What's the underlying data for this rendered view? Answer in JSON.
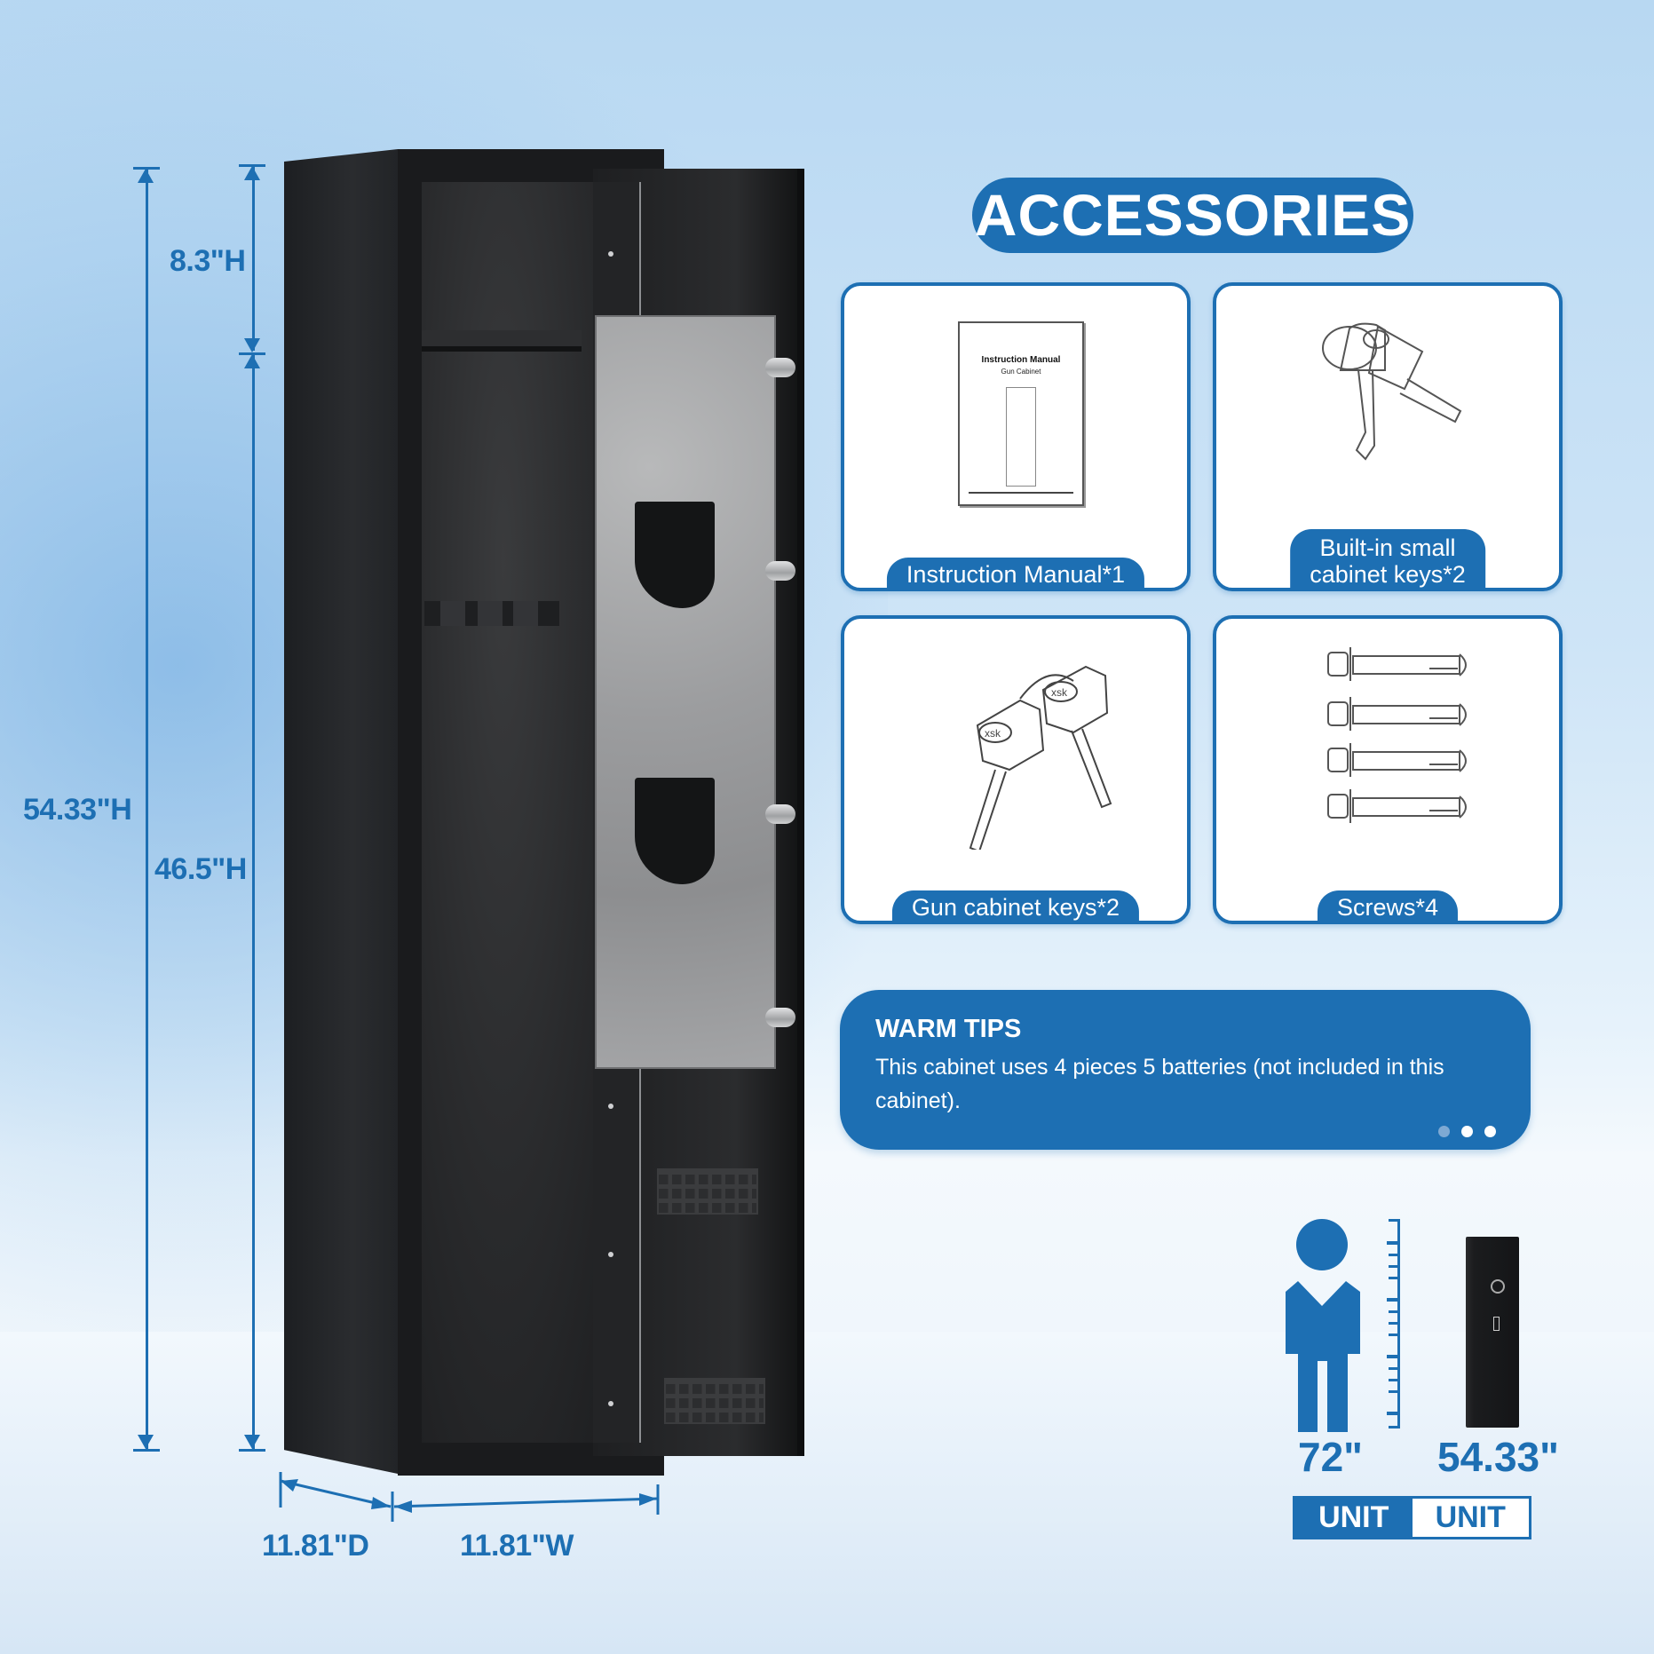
{
  "dimensions": {
    "total_height": "54.33\"H",
    "top_compartment_height": "8.3\"H",
    "lower_compartment_height": "46.5\"H",
    "depth": "11.81\"D",
    "width": "11.81\"W"
  },
  "accessories": {
    "title": "ACCESSORIES",
    "items": [
      {
        "label": "Instruction Manual*1",
        "icon": "instruction-manual-icon"
      },
      {
        "label": "Built-in small cabinet keys*2",
        "label_line1": "Built-in small",
        "label_line2": "cabinet keys*2",
        "icon": "small-keys-icon"
      },
      {
        "label": "Gun cabinet keys*2",
        "icon": "gun-cabinet-keys-icon",
        "key_tag": "xsk"
      },
      {
        "label": "Screws*4",
        "icon": "expansion-screws-icon"
      }
    ],
    "manual_cover": {
      "title": "Instruction Manual",
      "subtitle": "Gun Cabinet"
    }
  },
  "warm_tips": {
    "title": "WARM TIPS",
    "body": "This cabinet uses 4 pieces 5 batteries (not included in this cabinet).",
    "pagination_dots": 3,
    "active_dot": 0
  },
  "height_comparison": {
    "person_height": "72\"",
    "cabinet_height": "54.33\"",
    "unit_left": "UNIT",
    "unit_right": "UNIT"
  },
  "colors": {
    "brand_blue": "#1d6fb3",
    "cabinet_black": "#1a1b1d",
    "door_panel_gray": "#9c9d9f",
    "card_white": "#ffffff"
  }
}
